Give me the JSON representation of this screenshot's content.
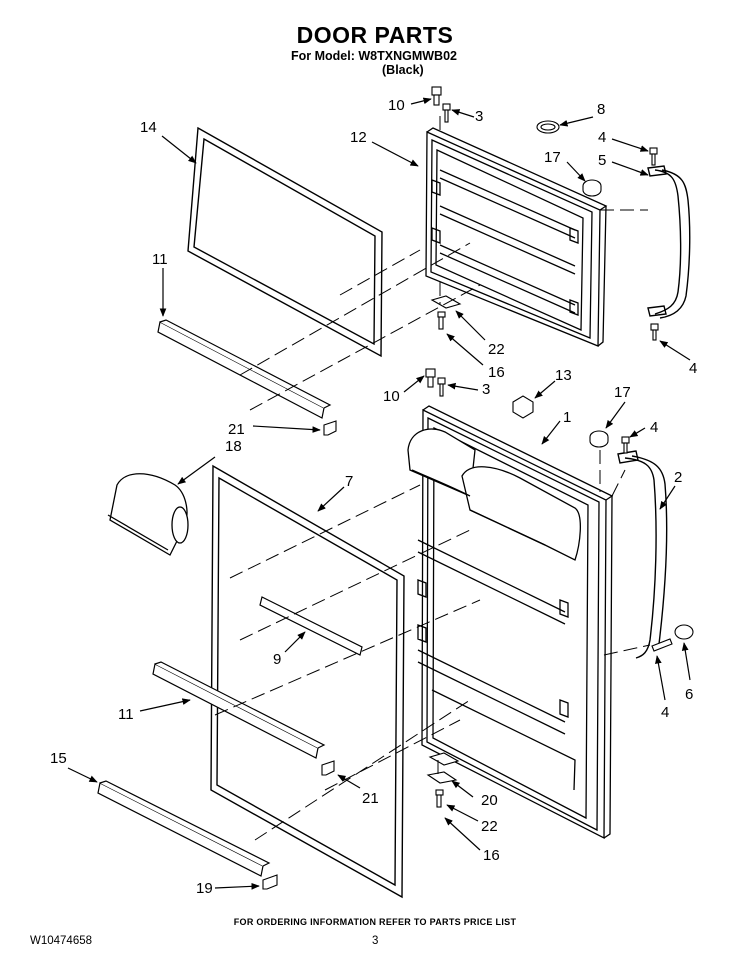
{
  "header": {
    "title": "DOOR PARTS",
    "model_line": "For Model: W8TXNGMWB02",
    "color_line": "(Black)"
  },
  "footer": {
    "ordering_note": "FOR ORDERING INFORMATION REFER TO PARTS PRICE LIST",
    "doc_number": "W10474658",
    "page_number": "3"
  },
  "callouts": [
    {
      "id": "c10a",
      "label": "10"
    },
    {
      "id": "c3a",
      "label": "3"
    },
    {
      "id": "c8",
      "label": "8"
    },
    {
      "id": "c14",
      "label": "14"
    },
    {
      "id": "c12",
      "label": "12"
    },
    {
      "id": "c4a",
      "label": "4"
    },
    {
      "id": "c17a",
      "label": "17"
    },
    {
      "id": "c5",
      "label": "5"
    },
    {
      "id": "c11a",
      "label": "11"
    },
    {
      "id": "c22a",
      "label": "22"
    },
    {
      "id": "c16a",
      "label": "16"
    },
    {
      "id": "c4b",
      "label": "4"
    },
    {
      "id": "c10b",
      "label": "10"
    },
    {
      "id": "c3b",
      "label": "3"
    },
    {
      "id": "c13",
      "label": "13"
    },
    {
      "id": "c17b",
      "label": "17"
    },
    {
      "id": "c1",
      "label": "1"
    },
    {
      "id": "c4c",
      "label": "4"
    },
    {
      "id": "c21a",
      "label": "21"
    },
    {
      "id": "c18",
      "label": "18"
    },
    {
      "id": "c7",
      "label": "7"
    },
    {
      "id": "c2",
      "label": "2"
    },
    {
      "id": "c9",
      "label": "9"
    },
    {
      "id": "c6",
      "label": "6"
    },
    {
      "id": "c4d",
      "label": "4"
    },
    {
      "id": "c11b",
      "label": "11"
    },
    {
      "id": "c15",
      "label": "15"
    },
    {
      "id": "c21b",
      "label": "21"
    },
    {
      "id": "c20",
      "label": "20"
    },
    {
      "id": "c22b",
      "label": "22"
    },
    {
      "id": "c16b",
      "label": "16"
    },
    {
      "id": "c19",
      "label": "19"
    }
  ]
}
